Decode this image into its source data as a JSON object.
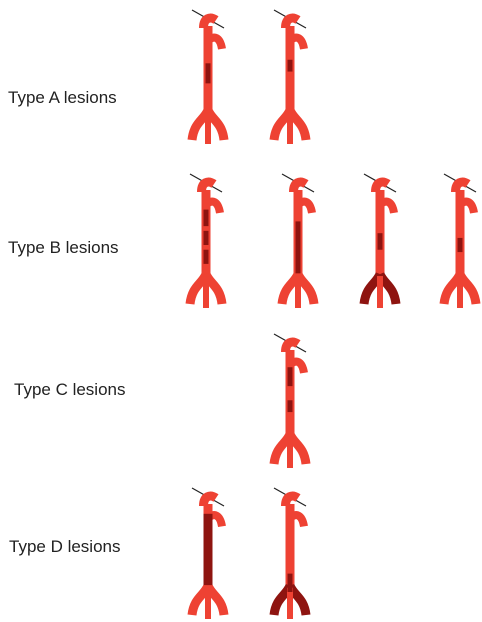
{
  "labels": {
    "type_a": "Type A lesions",
    "type_b": "Type B lesions",
    "type_c": "Type C lesions",
    "type_d": "Type D lesions"
  },
  "colors": {
    "vessel": "#ee4233",
    "lesion": "#8e1410",
    "line": "#222222",
    "text": "#222222"
  },
  "rows": [
    {
      "type": "A",
      "label_key": "type_a",
      "diagram_count": 2
    },
    {
      "type": "B",
      "label_key": "type_b",
      "diagram_count": 4
    },
    {
      "type": "C",
      "label_key": "type_c",
      "diagram_count": 1
    },
    {
      "type": "D",
      "label_key": "type_d",
      "diagram_count": 2
    }
  ]
}
